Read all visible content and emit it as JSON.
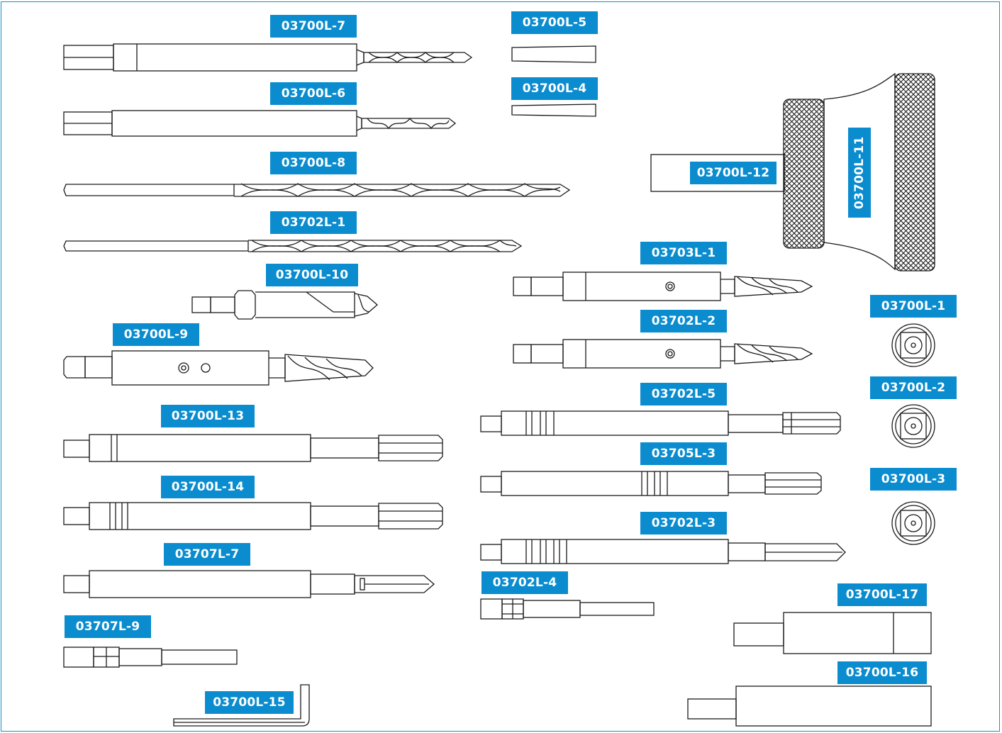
{
  "parts": {
    "p_03700L_7": "03700L-7",
    "p_03700L_5": "03700L-5",
    "p_03700L_4": "03700L-4",
    "p_03700L_6": "03700L-6",
    "p_03700L_8": "03700L-8",
    "p_03700L_12": "03700L-12",
    "p_03700L_11": "03700L-11",
    "p_03702L_1": "03702L-1",
    "p_03703L_1": "03703L-1",
    "p_03700L_10": "03700L-10",
    "p_03700L_1": "03700L-1",
    "p_03702L_2": "03702L-2",
    "p_03700L_9": "03700L-9",
    "p_03700L_2": "03700L-2",
    "p_03702L_5": "03702L-5",
    "p_03700L_13": "03700L-13",
    "p_03705L_3": "03705L-3",
    "p_03700L_3": "03700L-3",
    "p_03700L_14": "03700L-14",
    "p_03702L_3": "03702L-3",
    "p_03707L_7": "03707L-7",
    "p_03702L_4": "03702L-4",
    "p_03700L_17": "03700L-17",
    "p_03707L_9": "03707L-9",
    "p_03700L_16": "03700L-16",
    "p_03700L_15": "03700L-15"
  },
  "colors": {
    "label_bg": "#0a8ccf",
    "label_text": "#ffffff",
    "line": "#1a1a1a",
    "frame": "#1a90c8"
  }
}
